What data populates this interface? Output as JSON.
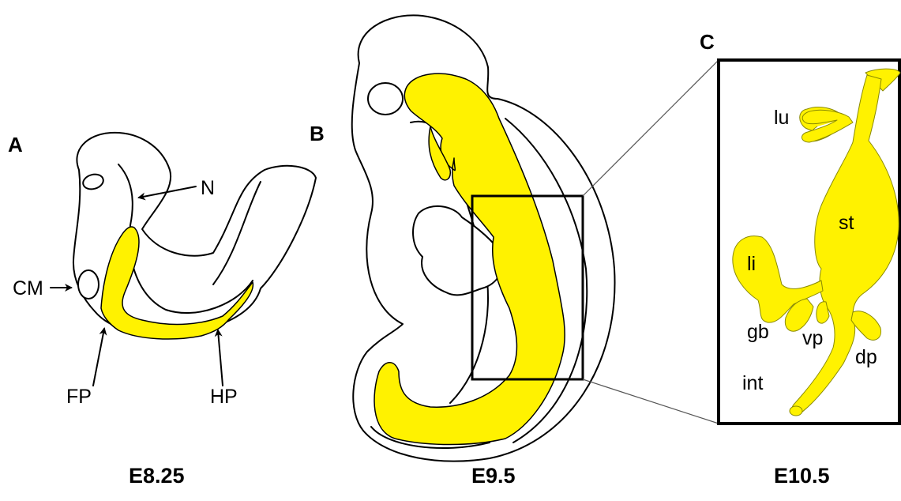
{
  "colors": {
    "endoderm": "#fff200",
    "outline": "#000000",
    "background": "#ffffff"
  },
  "panels": {
    "a": {
      "letter": "A",
      "stage": "E8.25",
      "labels": {
        "notochord": "N",
        "cardiac_mesoderm": "CM",
        "foregut_pocket": "FP",
        "hindgut_pocket": "HP"
      }
    },
    "b": {
      "letter": "B",
      "stage": "E9.5"
    },
    "c": {
      "letter": "C",
      "stage": "E10.5",
      "labels": {
        "lung": "lu",
        "stomach": "st",
        "liver": "li",
        "gall_bladder": "gb",
        "ventral_pancreas": "vp",
        "dorsal_pancreas": "dp",
        "intestine": "int"
      }
    }
  }
}
